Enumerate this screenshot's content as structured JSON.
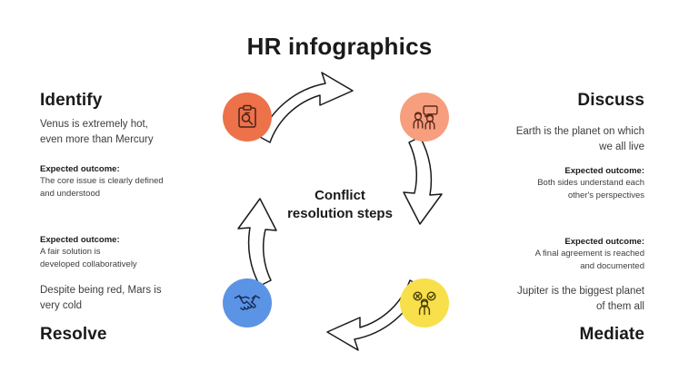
{
  "title": "HR infographics",
  "center": {
    "line1": "Conflict",
    "line2": "resolution steps"
  },
  "outcome_label": "Expected outcome:",
  "colors": {
    "identify": "#ED7149",
    "discuss": "#F79E7E",
    "resolve": "#5B93E5",
    "mediate": "#F7E04B",
    "arrow_stroke": "#1a1a1a",
    "arrow_fill": "#ffffff",
    "text": "#3d3d3d",
    "heading": "#1a1a1a"
  },
  "steps": [
    {
      "id": "identify",
      "title": "Identify",
      "description": "Venus is extremely hot,\neven more than Mercury",
      "outcome_label": "Expected outcome:",
      "outcome": "The core issue is clearly defined\nand understood",
      "icon": "clipboard-magnifier-icon",
      "color": "#ED7149",
      "position": "top-left"
    },
    {
      "id": "discuss",
      "title": "Discuss",
      "description": "Earth is the planet on which\nwe all live",
      "outcome_label": "Expected outcome:",
      "outcome": "Both sides understand each\nother's perspectives",
      "icon": "two-people-speech-bubble-icon",
      "color": "#F79E7E",
      "position": "top-right"
    },
    {
      "id": "mediate",
      "title": "Mediate",
      "description": "Jupiter is the biggest planet\nof them all",
      "outcome_label": "Expected outcome:",
      "outcome": "A final agreement is reached\nand documented",
      "icon": "mediator-person-check-cross-icon",
      "color": "#F7E04B",
      "position": "bottom-right"
    },
    {
      "id": "resolve",
      "title": "Resolve",
      "description": "Despite being red, Mars is\nvery cold",
      "outcome_label": "Expected outcome:",
      "outcome": "A fair solution is\ndeveloped collaboratively",
      "icon": "handshake-icon",
      "color": "#5B93E5",
      "position": "bottom-left"
    }
  ],
  "cycle": {
    "direction": "clockwise",
    "segments": 4,
    "order": [
      "Identify",
      "Discuss",
      "Mediate",
      "Resolve"
    ]
  }
}
